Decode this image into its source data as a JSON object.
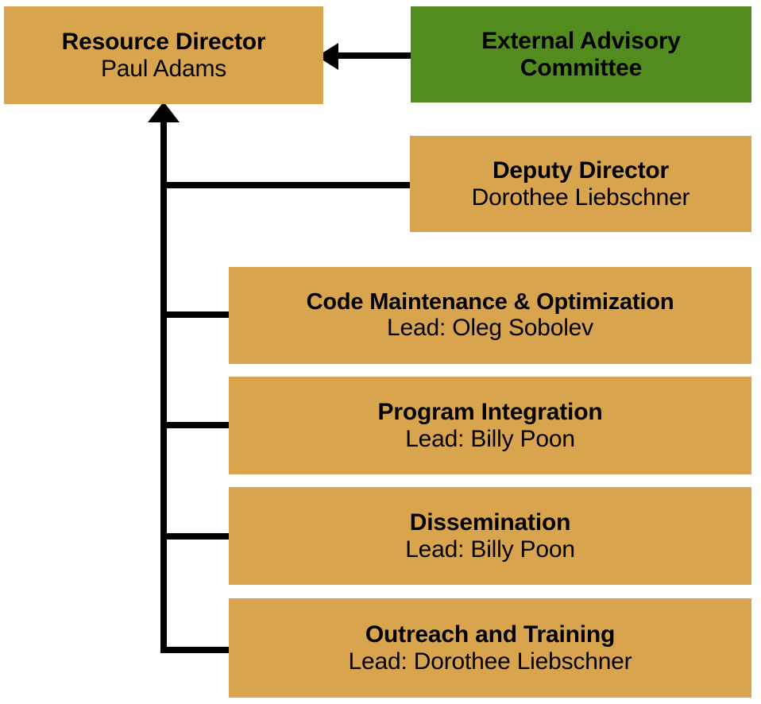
{
  "chart": {
    "type": "org-chart",
    "background_color": "#ffffff",
    "palette": {
      "node_tan": "#d9a44e",
      "node_green": "#528c1e",
      "connector": "#000000",
      "text": "#000000"
    }
  },
  "nodes": {
    "resource_director": {
      "title": "Resource Director",
      "subtitle": "Paul Adams",
      "color": "#d9a44e"
    },
    "external_advisory_committee": {
      "title": "External Advisory",
      "subtitle": "Committee",
      "color": "#528c1e"
    },
    "deputy_director": {
      "title": "Deputy Director",
      "subtitle": "Dorothee Liebschner",
      "color": "#d9a44e"
    },
    "code_maintenance": {
      "title": "Code Maintenance & Optimization",
      "subtitle": "Lead: Oleg Sobolev",
      "color": "#d9a44e"
    },
    "program_integration": {
      "title": "Program Integration",
      "subtitle": "Lead: Billy Poon",
      "color": "#d9a44e"
    },
    "dissemination": {
      "title": "Dissemination",
      "subtitle": "Lead: Billy Poon",
      "color": "#d9a44e"
    },
    "outreach_training": {
      "title": "Outreach and Training",
      "subtitle": "Lead: Dorothee Liebschner",
      "color": "#d9a44e"
    }
  },
  "connectors": {
    "advisory_to_director": "arrow-left",
    "trunk_to_director": "arrow-up",
    "branches": [
      "deputy-director",
      "code-maintenance",
      "program-integration",
      "dissemination",
      "outreach-training"
    ]
  }
}
